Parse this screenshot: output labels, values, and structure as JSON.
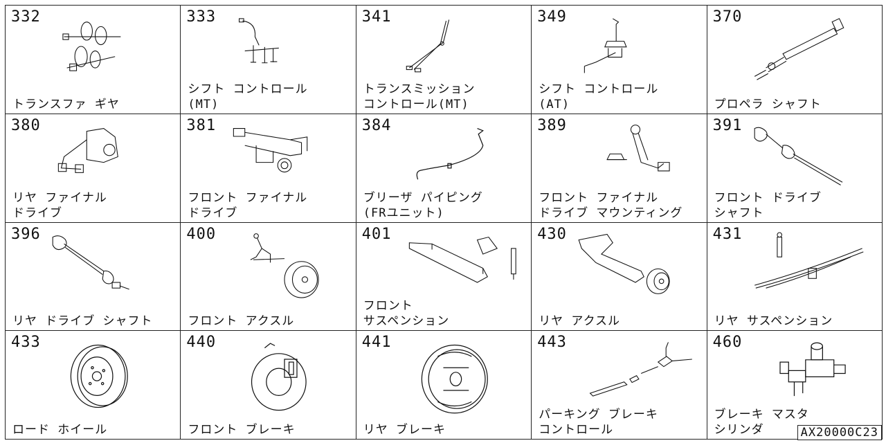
{
  "cells": [
    {
      "code": "332",
      "name": [
        "トランスファ ギヤ"
      ],
      "art": "gear-set-icon"
    },
    {
      "code": "333",
      "name": [
        "シフト コントロール",
        "(MT)"
      ],
      "art": "shift-rod-icon"
    },
    {
      "code": "341",
      "name": [
        "トランスミッション",
        "コントロール(MT)"
      ],
      "art": "linkage-icon"
    },
    {
      "code": "349",
      "name": [
        "シフト コントロール",
        "(AT)"
      ],
      "art": "selector-lever-icon"
    },
    {
      "code": "370",
      "name": [
        "プロペラ シャフト"
      ],
      "art": "propeller-shaft-icon"
    },
    {
      "code": "380",
      "name": [
        "リヤ ファイナル",
        "ドライブ"
      ],
      "art": "differential-icon"
    },
    {
      "code": "381",
      "name": [
        "フロント ファイナル",
        "ドライブ"
      ],
      "art": "front-differential-icon"
    },
    {
      "code": "384",
      "name": [
        "ブリーザ パイピング",
        "(FRユニット)"
      ],
      "art": "breather-pipe-icon"
    },
    {
      "code": "389",
      "name": [
        "フロント ファイナル",
        "ドライブ マウンティング"
      ],
      "art": "mount-bracket-icon"
    },
    {
      "code": "391",
      "name": [
        "フロント ドライブ",
        "シャフト"
      ],
      "art": "drive-shaft-icon"
    },
    {
      "code": "396",
      "name": [
        "リヤ ドライブ シャフト"
      ],
      "art": "rear-drive-shaft-icon"
    },
    {
      "code": "400",
      "name": [
        "フロント アクスル"
      ],
      "art": "front-axle-icon"
    },
    {
      "code": "401",
      "name": [
        "フロント",
        "サスペンション"
      ],
      "art": "crossmember-icon"
    },
    {
      "code": "430",
      "name": [
        "リヤ アクスル"
      ],
      "art": "rear-axle-icon"
    },
    {
      "code": "431",
      "name": [
        "リヤ サスペンション"
      ],
      "art": "leaf-spring-icon"
    },
    {
      "code": "433",
      "name": [
        "ロード ホイール"
      ],
      "art": "road-wheel-icon"
    },
    {
      "code": "440",
      "name": [
        "フロント ブレーキ"
      ],
      "art": "disc-brake-icon"
    },
    {
      "code": "441",
      "name": [
        "リヤ ブレーキ"
      ],
      "art": "drum-brake-icon"
    },
    {
      "code": "443",
      "name": [
        "パーキング ブレーキ",
        "コントロール"
      ],
      "art": "parking-brake-icon"
    },
    {
      "code": "460",
      "name": [
        "ブレーキ マスタ",
        "シリンダ"
      ],
      "art": "master-cylinder-icon"
    }
  ],
  "drawing_code": "AX20000C23"
}
